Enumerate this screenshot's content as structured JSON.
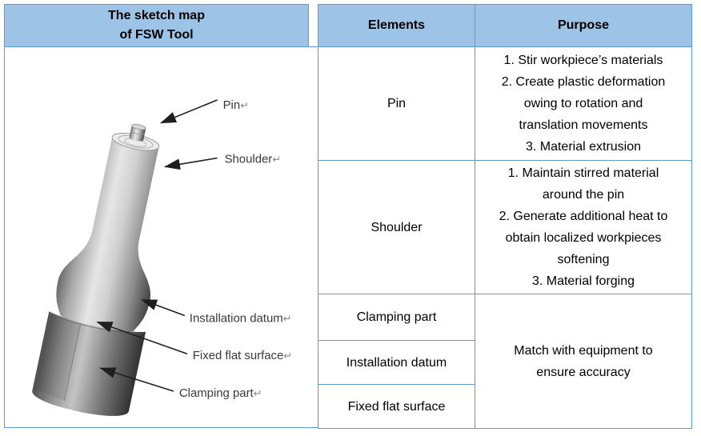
{
  "colors": {
    "header_bg": "#9dc3e6",
    "border_blue": "#5b9bd5",
    "text": "#000000",
    "label_text": "#3a3a3a",
    "return_mark_color": "#8c8c8c",
    "tool_metal_light": "#e6e6e6",
    "tool_metal_dark": "#414141"
  },
  "left_panel": {
    "title": "The sketch map\nof FSW Tool"
  },
  "sketch": {
    "return_mark": "↵",
    "labels": [
      {
        "text": "Pin"
      },
      {
        "text": "Shoulder"
      },
      {
        "text": "Installation datum"
      },
      {
        "text": "Fixed flat surface"
      },
      {
        "text": "Clamping part"
      }
    ]
  },
  "table": {
    "headers": {
      "elements": "Elements",
      "purpose": "Purpose"
    },
    "rows": [
      {
        "element": "Pin",
        "purpose": "1.  Stir workpiece’s materials\n2.  Create plastic deformation\nowing to rotation and\ntranslation movements\n3.  Material extrusion"
      },
      {
        "element": "Shoulder",
        "purpose": "1.  Maintain stirred material\naround the pin\n2.  Generate additional heat to\nobtain localized workpieces\nsoftening\n3.  Material forging"
      },
      {
        "element": "Clamping part"
      },
      {
        "element": "Installation datum"
      },
      {
        "element": "Fixed flat surface"
      }
    ],
    "merged_purpose": "Match with equipment to\nensure accuracy"
  }
}
